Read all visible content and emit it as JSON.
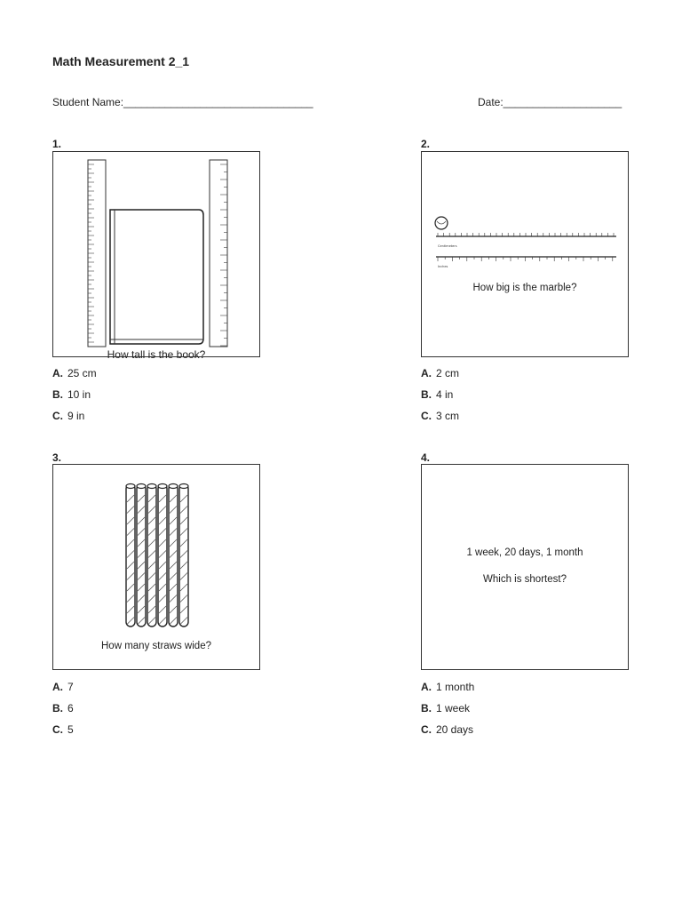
{
  "title": "Math Measurement 2_1",
  "student_name_label": "Student Name:________________________________",
  "date_label": "Date:____________________",
  "questions": [
    {
      "number": "1.",
      "prompt": "How tall is the book?",
      "choices": [
        {
          "letter": "A.",
          "text": "25 cm"
        },
        {
          "letter": "B.",
          "text": "10 in"
        },
        {
          "letter": "C.",
          "text": "9 in"
        }
      ]
    },
    {
      "number": "2.",
      "prompt": "How big is the marble?",
      "choices": [
        {
          "letter": "A.",
          "text": "2 cm"
        },
        {
          "letter": "B.",
          "text": "4 in"
        },
        {
          "letter": "C.",
          "text": "3 cm"
        }
      ]
    },
    {
      "number": "3.",
      "prompt": "How many straws wide?",
      "choices": [
        {
          "letter": "A.",
          "text": "7"
        },
        {
          "letter": "B.",
          "text": "6"
        },
        {
          "letter": "C.",
          "text": "5"
        }
      ]
    },
    {
      "number": "4.",
      "prompt_line1": "1 week, 20 days, 1 month",
      "prompt": "Which is shortest?",
      "choices": [
        {
          "letter": "A.",
          "text": "1 month"
        },
        {
          "letter": "B.",
          "text": "1 week"
        },
        {
          "letter": "C.",
          "text": "20 days"
        }
      ]
    }
  ],
  "ruler_labels": {
    "centimeters": "Centimeters",
    "inches": "Inches"
  }
}
